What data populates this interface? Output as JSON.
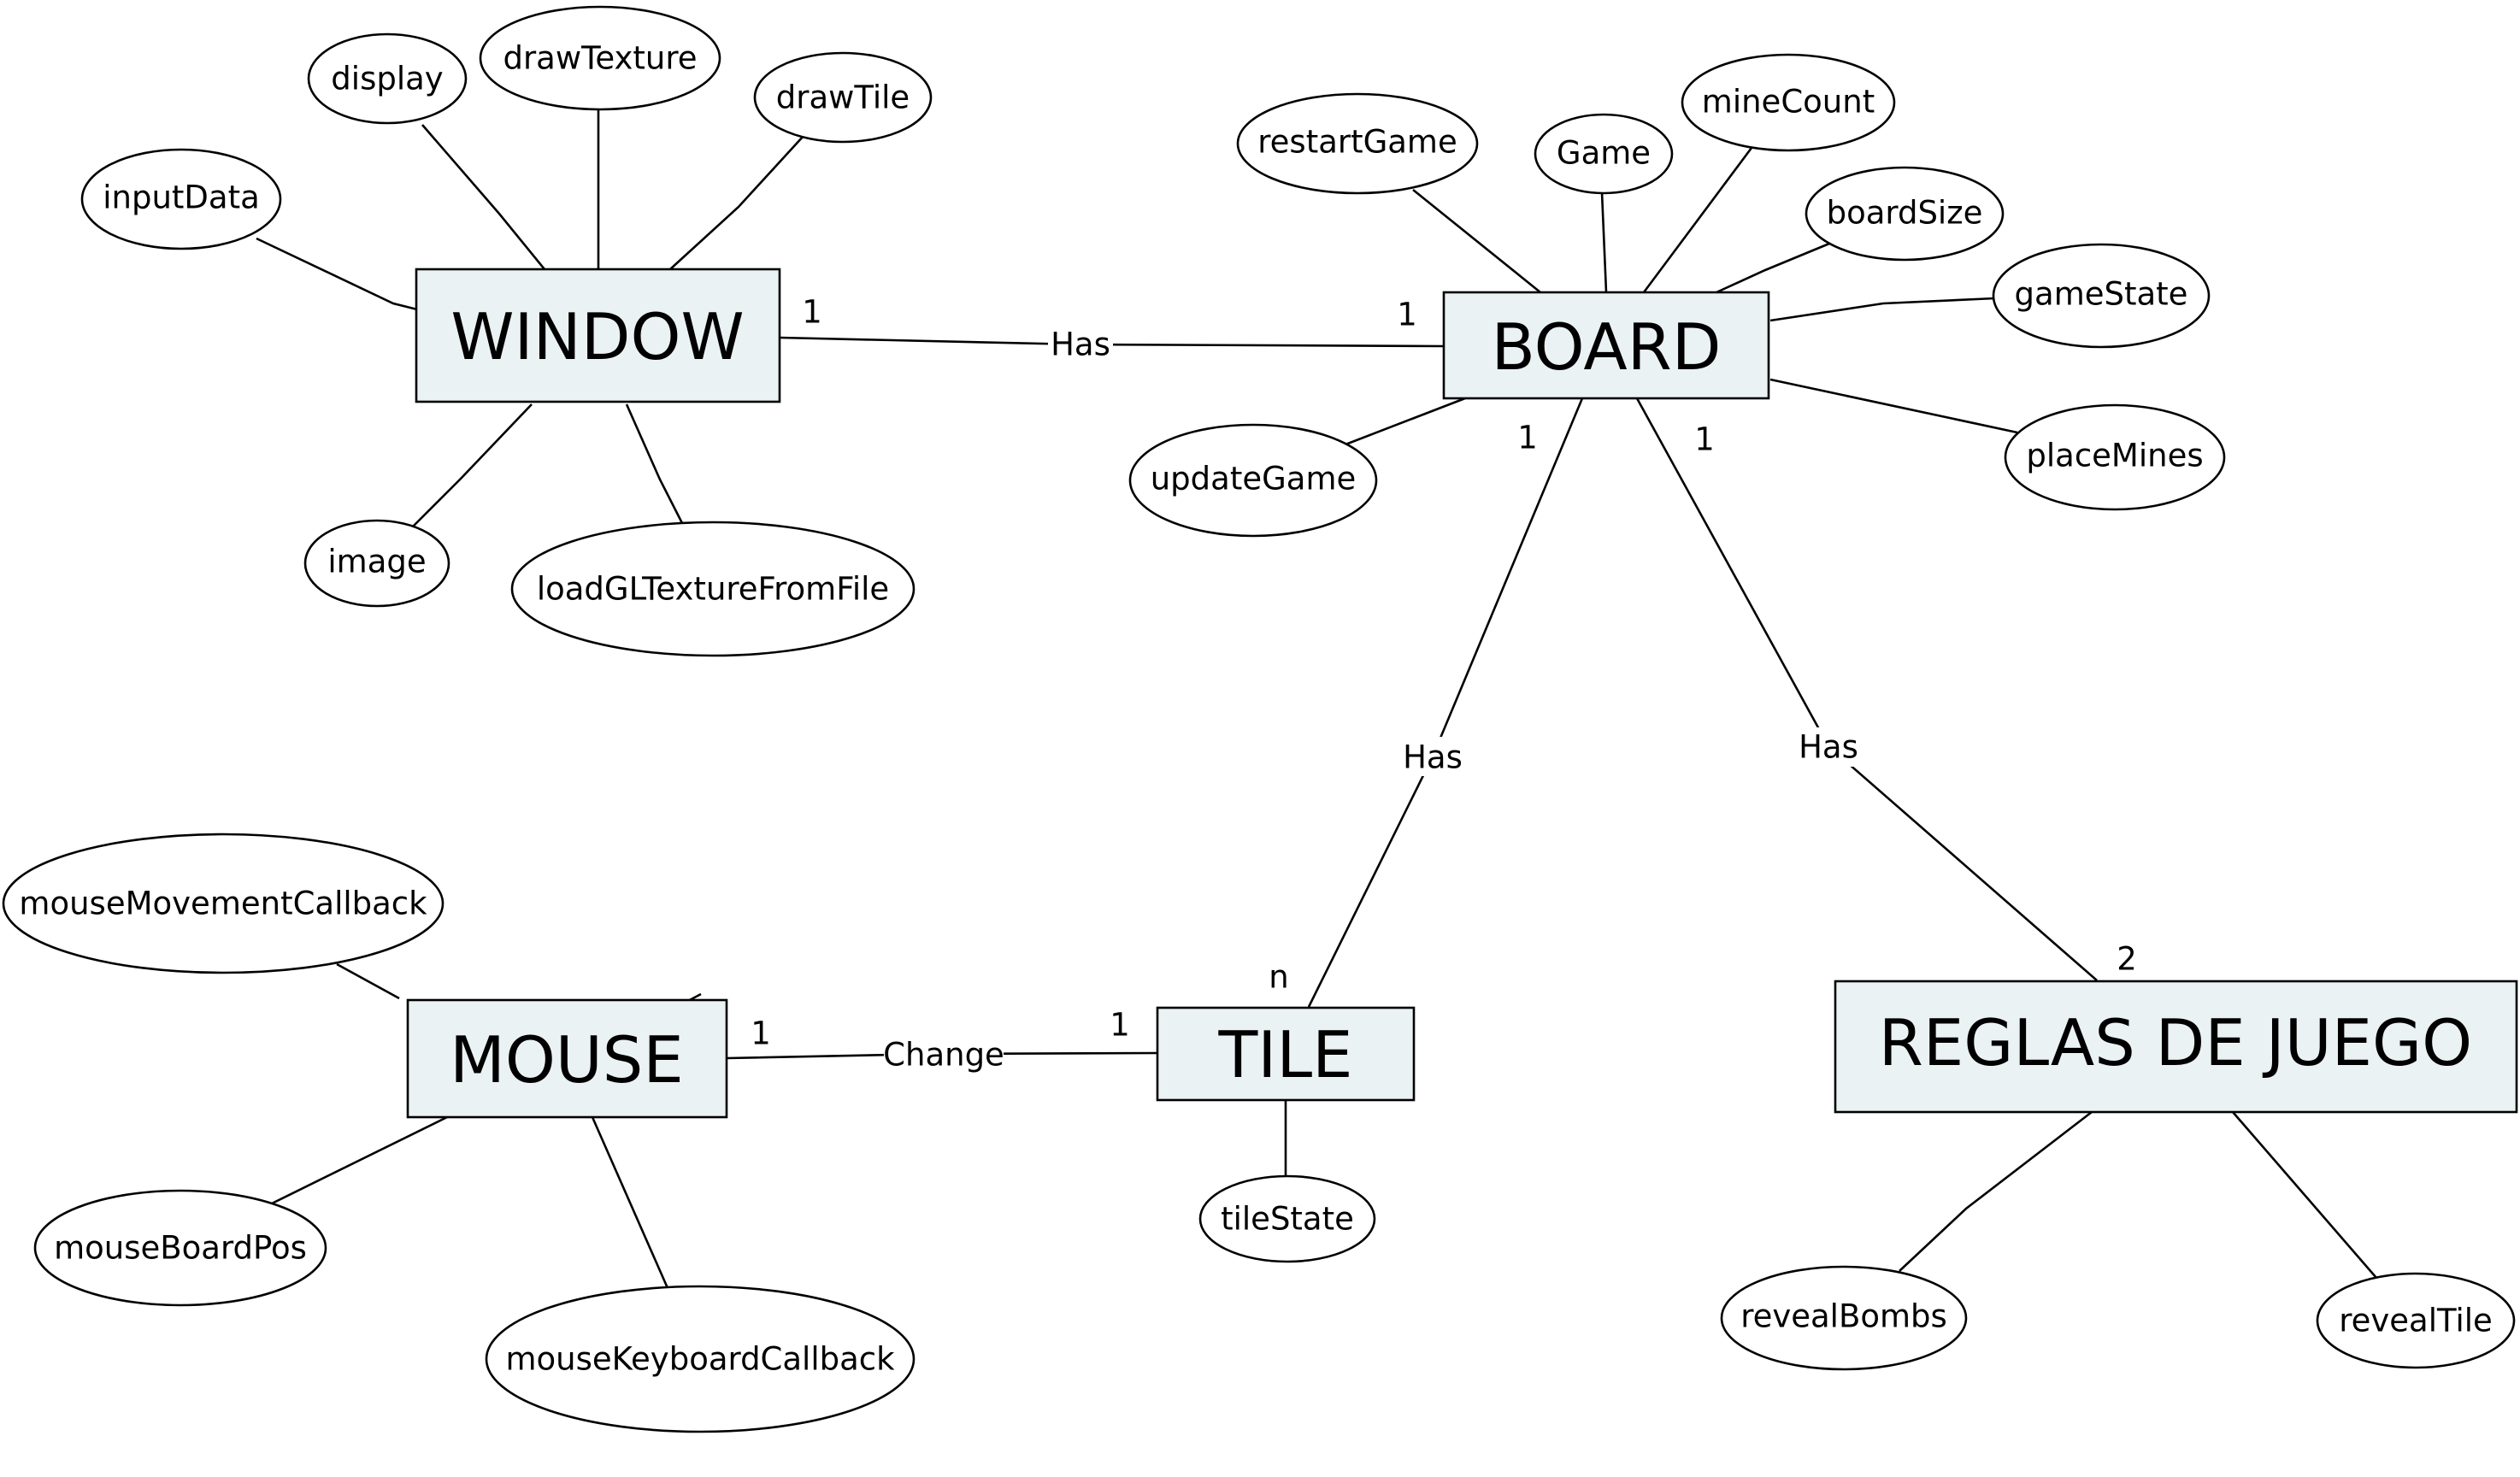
{
  "entities": {
    "window": "WINDOW",
    "board": "BOARD",
    "mouse": "MOUSE",
    "tile": "TILE",
    "reglas": "REGLAS DE JUEGO"
  },
  "attributes": {
    "window": [
      "display",
      "drawTexture",
      "drawTile",
      "inputData",
      "image",
      "loadGLTextureFromFile"
    ],
    "board": [
      "restartGame",
      "Game",
      "mineCount",
      "boardSize",
      "gameState",
      "placeMines",
      "updateGame"
    ],
    "mouse": [
      "mouseMovementCallback",
      "mouseBoardPos",
      "mouseKeyboardCallback"
    ],
    "tile": [
      "tileState"
    ],
    "reglas": [
      "revealBombs",
      "revealTile"
    ]
  },
  "relationships": {
    "window_board": {
      "label": "Has",
      "card_a": "1",
      "card_b": "1"
    },
    "board_tile": {
      "label": "Has",
      "card_a": "1",
      "card_b": "n"
    },
    "board_reglas": {
      "label": "Has",
      "card_a": "1",
      "card_b": "2"
    },
    "mouse_tile": {
      "label": "Change",
      "card_a": "1",
      "card_b": "1"
    }
  }
}
